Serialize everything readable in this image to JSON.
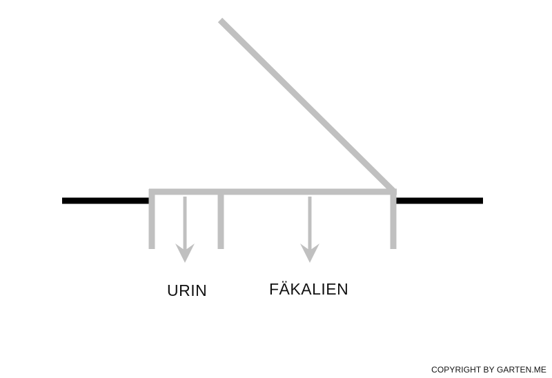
{
  "labels": {
    "urin": "URIN",
    "faekalien": "FÄKALIEN"
  },
  "copyright": "COPYRIGHT BY GARTEN.ME",
  "colors": {
    "ground": "#000000",
    "structure": "#c0c0c0",
    "text": "#111111"
  }
}
